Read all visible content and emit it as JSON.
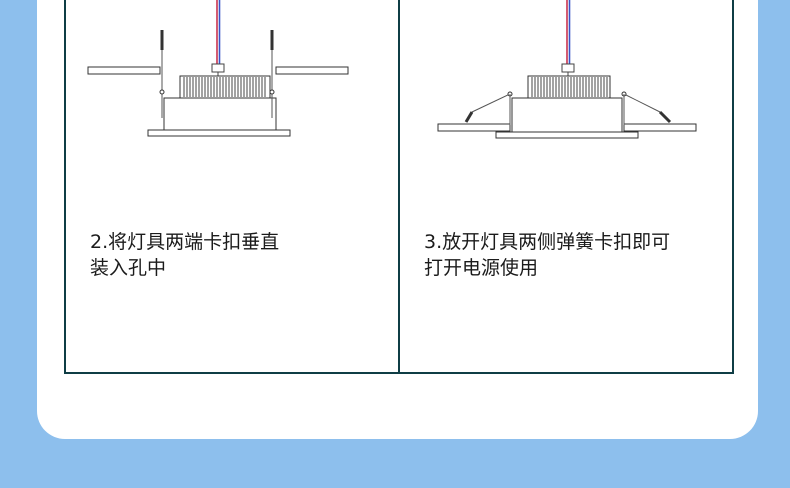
{
  "steps": [
    {
      "line1": "2.将灯具两端卡扣垂直",
      "line2": "装入孔中"
    },
    {
      "line1": "3.放开灯具两侧弹簧卡扣即可",
      "line2": "打开电源使用"
    }
  ],
  "colors": {
    "background": "#8dbfed",
    "card": "#ffffff",
    "border": "#0f3d45",
    "wire_red": "#c9334f",
    "wire_blue": "#3a54c8"
  }
}
